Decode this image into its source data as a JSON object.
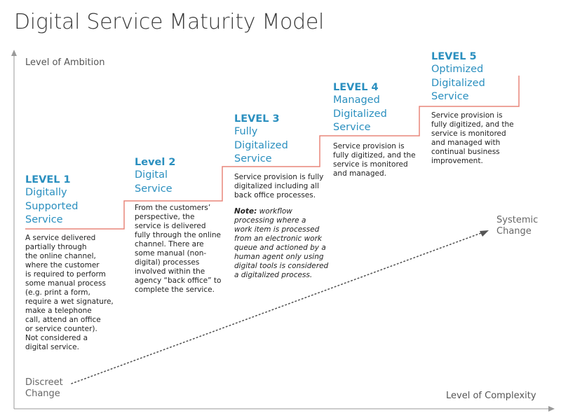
{
  "title": "Digital Service Maturity Model",
  "axes": {
    "y_label": "Level of Ambition",
    "x_label": "Level of Complexity"
  },
  "trend": {
    "start_label": [
      "Discreet",
      "Change"
    ],
    "end_label": [
      "Systemic",
      "Change"
    ]
  },
  "levels": [
    {
      "number": "LEVEL 1",
      "name": [
        "Digitally",
        "Supported",
        "Service"
      ],
      "description": [
        "A service delivered",
        "partially through",
        "the online channel,",
        "where the customer",
        "is required to perform",
        "some manual process",
        "(e.g. print a form,",
        "require a wet signature,",
        "make a telephone",
        "call, attend an office",
        "or service counter).",
        "Not considered a",
        "digital service."
      ]
    },
    {
      "number": "Level 2",
      "name": [
        "Digital",
        "Service"
      ],
      "description": [
        "From the customers’",
        "perspective, the",
        "service is delivered",
        "fully through the online",
        "channel. There are",
        "some manual (non-",
        "digital) processes",
        "involved within the",
        "agency “back office” to",
        "complete the service."
      ]
    },
    {
      "number": "LEVEL 3",
      "name": [
        "Fully",
        "Digitalized",
        "Service"
      ],
      "description": [
        "Service provision is fully",
        "digitalized including all",
        "back office processes."
      ],
      "note_label": "Note:",
      "note": [
        " workflow",
        "processing where a",
        "work item is processed",
        "from an electronic work",
        "queue and actioned by a",
        "human agent only using",
        "digital tools is considered",
        "a digitalized process."
      ]
    },
    {
      "number": "LEVEL 4",
      "name": [
        "Managed",
        "Digitalized",
        "Service"
      ],
      "description": [
        "Service provision is",
        "fully digitized, and the",
        "service is monitored",
        "and managed."
      ]
    },
    {
      "number": "LEVEL 5",
      "name": [
        "Optimized",
        "Digitalized",
        "Service"
      ],
      "description": [
        "Service provision is",
        "fully digitized, and the",
        "service is monitored",
        "and managed with",
        "continual business",
        "improvement."
      ]
    }
  ],
  "colors": {
    "accent": "#2a8fbf",
    "step_line": "#e8857a",
    "axis": "#9a9a9a",
    "trend_line": "#555555"
  }
}
